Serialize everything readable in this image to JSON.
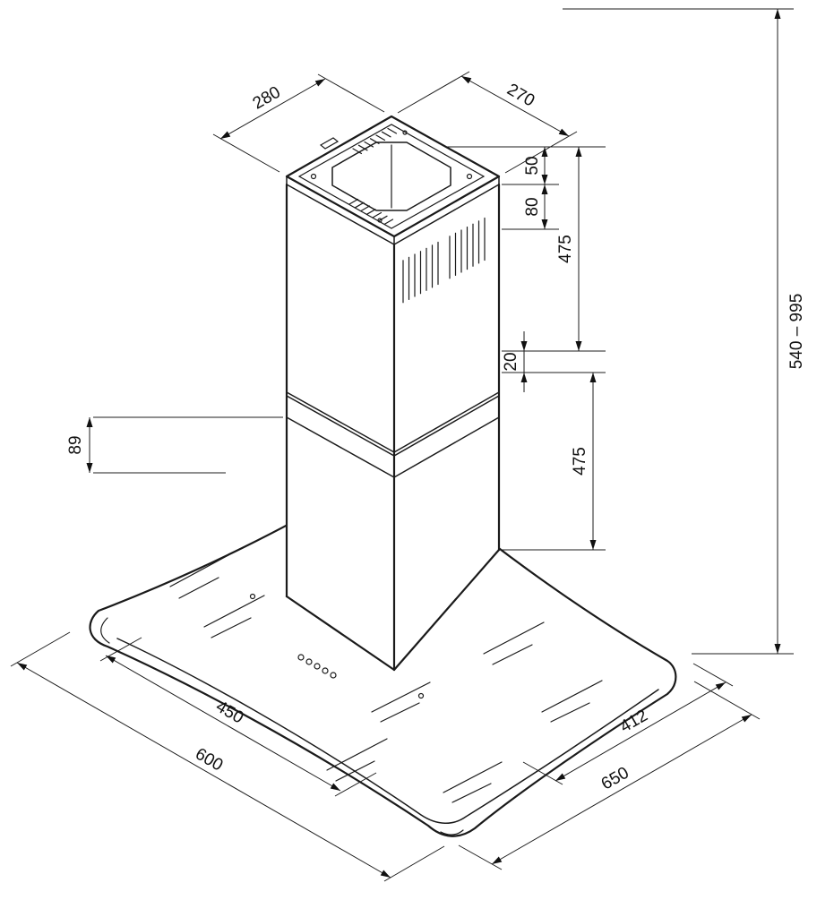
{
  "dims": {
    "top_width": "280",
    "top_depth": "270",
    "bracket_height": "50",
    "plate_height": "80",
    "upper_chimney_height": "475",
    "overlap": "20",
    "lower_chimney_height": "475",
    "total_height_range": "540 – 995",
    "canopy_height": "89",
    "body_width": "450",
    "glass_width": "600",
    "body_depth": "412",
    "glass_depth": "650"
  }
}
